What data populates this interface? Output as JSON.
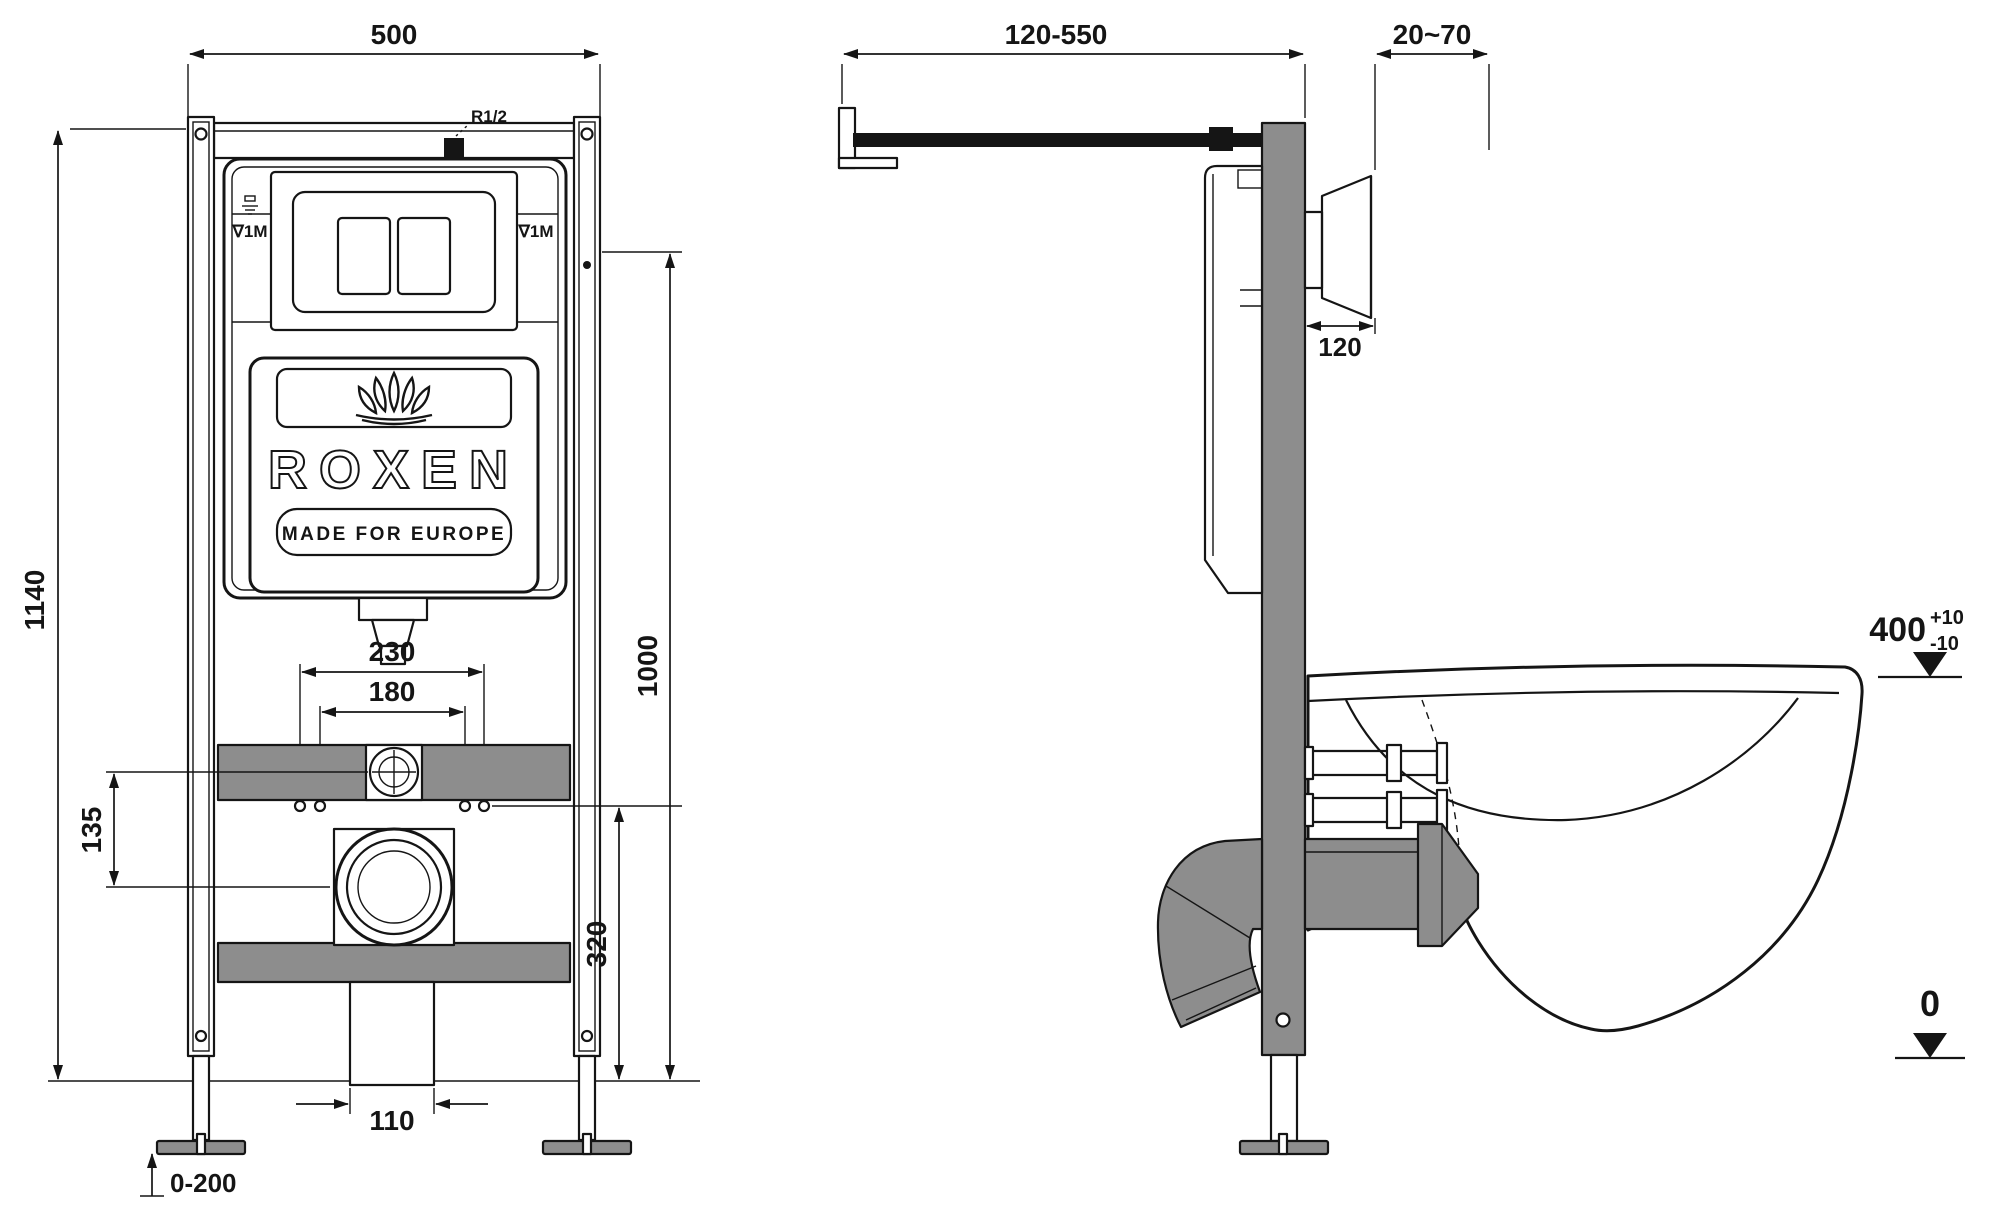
{
  "colors": {
    "line": "#151515",
    "fill_gray": "#8d8d8d",
    "background": "#ffffff"
  },
  "front_view": {
    "dims": {
      "width_top": "500",
      "height_total": "1140",
      "height_flush": "1000",
      "bolt_span_outer": "230",
      "bolt_span_inner": "180",
      "fitting_offset": "135",
      "drain_height": "320",
      "template_width": "110",
      "foot_adjust": "0-200"
    },
    "labels": {
      "water_inlet": "R1/2",
      "level_left": "∇1M",
      "level_right": "∇1M"
    },
    "logo": {
      "brand": "ROXEN",
      "tagline": "MADE FOR EUROPE"
    }
  },
  "side_view": {
    "dims": {
      "arm_adjust": "120-550",
      "wall_thickness": "20~70",
      "cistern_depth": "120",
      "bowl_height": "400",
      "bowl_height_tol_plus": "+10",
      "bowl_height_tol_minus": "-10",
      "floor_datum": "0"
    }
  }
}
